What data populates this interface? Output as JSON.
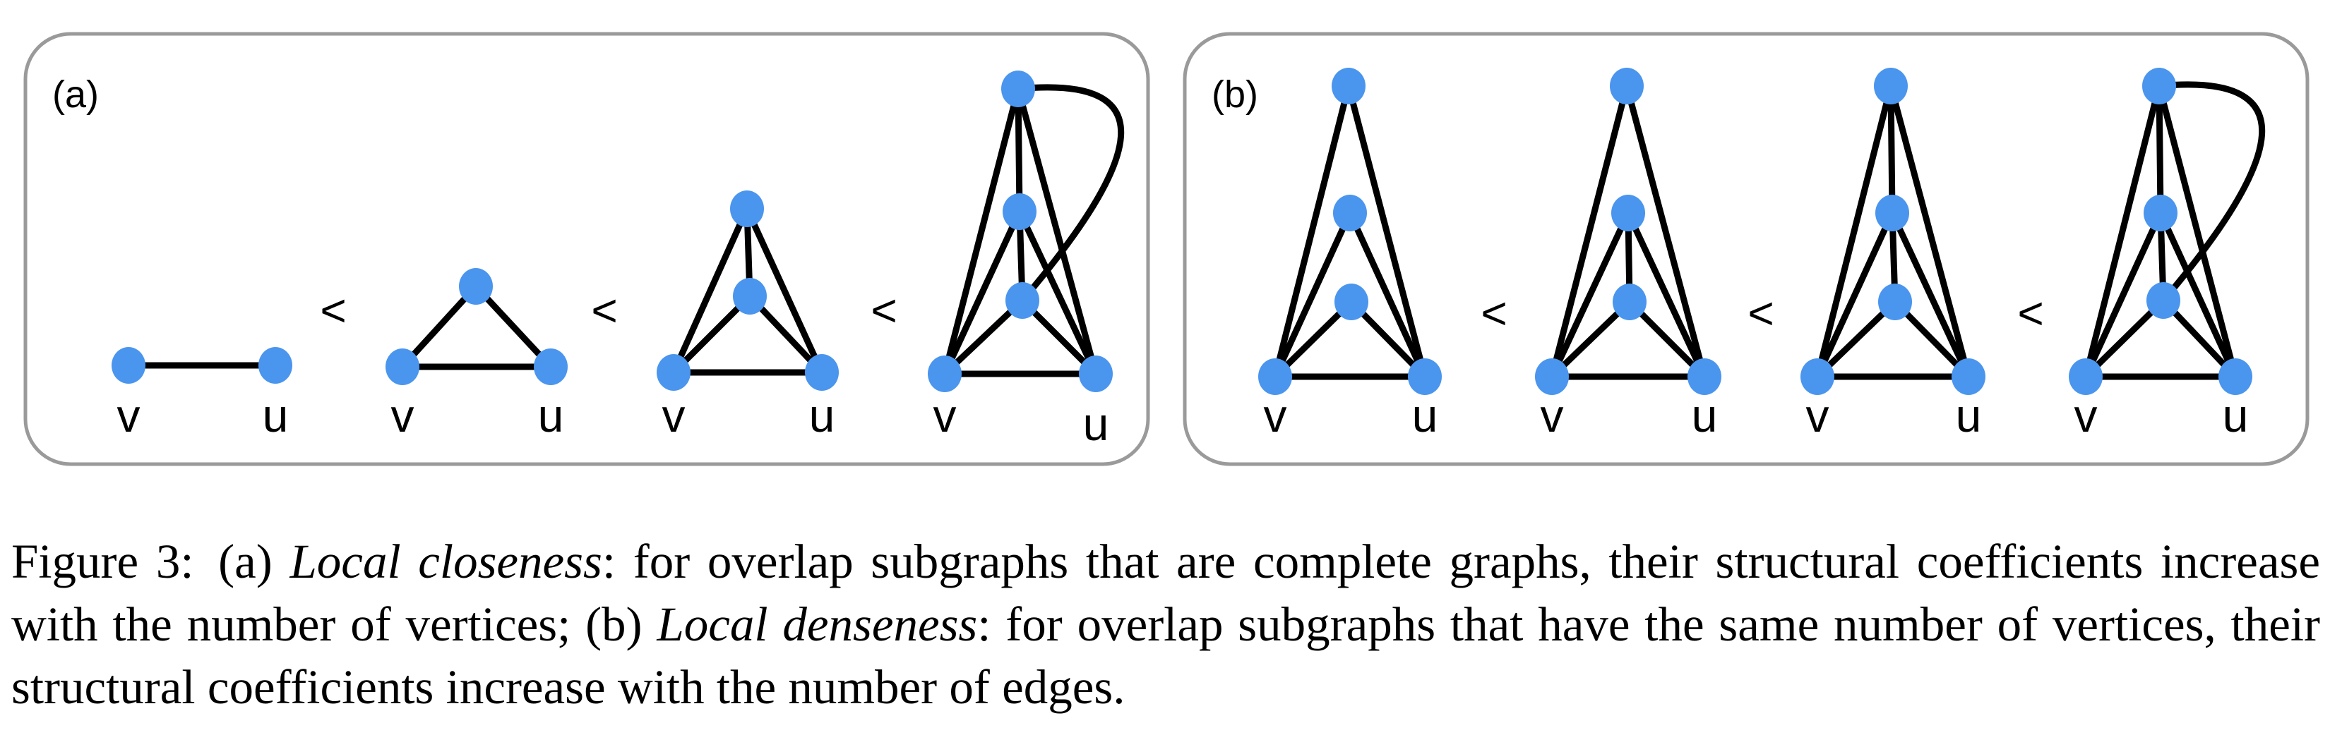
{
  "figure": {
    "colors": {
      "node": "#4a95ee",
      "edge": "#000000",
      "panel_border": "#9a9a9a",
      "text": "#000000"
    },
    "panels": [
      {
        "label": "(a)",
        "less_than": "<",
        "graphs": [
          {
            "nodes": [
              {
                "label": "v"
              },
              {
                "label": "u"
              }
            ],
            "edges": 1
          },
          {
            "nodes": [
              {
                "label": "v"
              },
              {
                "label": "u"
              },
              {
                "label": ""
              }
            ],
            "edges": 3
          },
          {
            "nodes": [
              {
                "label": "v"
              },
              {
                "label": "u"
              },
              {
                "label": ""
              },
              {
                "label": ""
              }
            ],
            "edges": 6
          },
          {
            "nodes": [
              {
                "label": "v"
              },
              {
                "label": "u"
              },
              {
                "label": ""
              },
              {
                "label": ""
              },
              {
                "label": ""
              }
            ],
            "edges": 10
          }
        ]
      },
      {
        "label": "(b)",
        "less_than": "<",
        "graphs": [
          {
            "nodes": [
              {
                "label": "v"
              },
              {
                "label": "u"
              },
              {
                "label": ""
              },
              {
                "label": ""
              },
              {
                "label": ""
              }
            ],
            "edges": 7
          },
          {
            "nodes": [
              {
                "label": "v"
              },
              {
                "label": "u"
              },
              {
                "label": ""
              },
              {
                "label": ""
              },
              {
                "label": ""
              }
            ],
            "edges": 8
          },
          {
            "nodes": [
              {
                "label": "v"
              },
              {
                "label": "u"
              },
              {
                "label": ""
              },
              {
                "label": ""
              },
              {
                "label": ""
              }
            ],
            "edges": 9
          },
          {
            "nodes": [
              {
                "label": "v"
              },
              {
                "label": "u"
              },
              {
                "label": ""
              },
              {
                "label": ""
              },
              {
                "label": ""
              }
            ],
            "edges": 10
          }
        ]
      }
    ]
  },
  "caption": {
    "label": "Figure 3:",
    "part_a_marker": "(a)",
    "part_a_term": "Local closeness",
    "part_a_text": ": for overlap subgraphs that are complete graphs, their structural coefficients increase with the number of vertices; ",
    "part_b_marker": "(b)",
    "part_b_term": "Local denseness",
    "part_b_text": ": for overlap subgraphs that have the same number of vertices, their structural coefficients increase with the number of edges."
  }
}
